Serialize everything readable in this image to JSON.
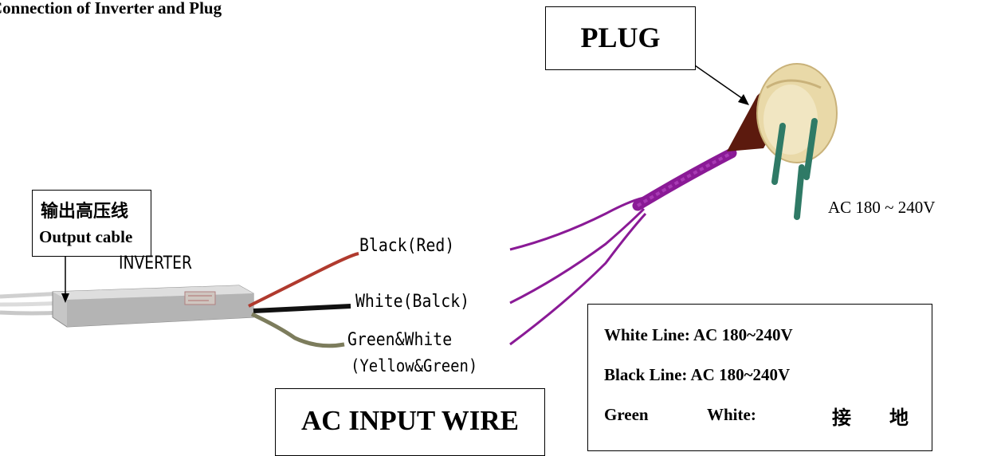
{
  "title": "Connection of Inverter and Plug",
  "plug_label": "PLUG",
  "voltage_label": "AC 180 ~ 240V",
  "output_cable": {
    "chinese": "输出高压线",
    "english": "Output cable"
  },
  "inverter_label": "INVERTER",
  "wires": {
    "black": "Black(Red)",
    "white": "White(Balck)",
    "green_line1": "Green&White",
    "green_line2": "(Yellow&Green)"
  },
  "ac_input_label": "AC INPUT WIRE",
  "legend": {
    "line1": "White Line: AC 180~240V",
    "line2": "Black Line: AC 180~240V",
    "line3_a": "Green",
    "line3_b": "White:",
    "line3_c": "接",
    "line3_d": "地"
  },
  "colors": {
    "cable_purple": "#8a1a96",
    "red_wire": "#b03a2e",
    "black_wire": "#111111",
    "green_wire": "#7c7c5c",
    "plug_brown": "#5c1a0e",
    "plug_face": "#e9d9a8",
    "prong": "#2f7a66",
    "inverter_body": "#bdbdbd"
  }
}
